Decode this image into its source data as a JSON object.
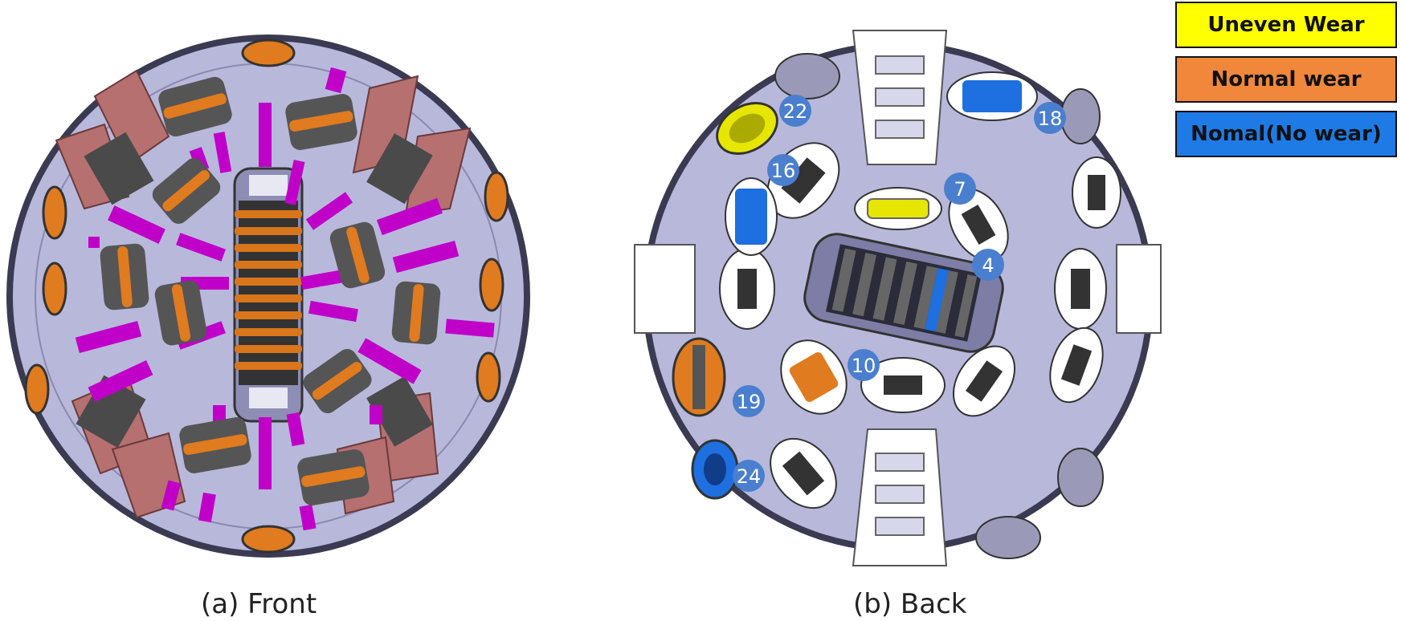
{
  "captions": {
    "front": "(a) Front",
    "back": "(b) Back"
  },
  "legend": [
    {
      "label": "Uneven Wear",
      "color": "#ffff00"
    },
    {
      "label": "Normal wear",
      "color": "#f0873a"
    },
    {
      "label": "Nomal(No wear)",
      "color": "#1e7be6"
    }
  ],
  "markers": [
    "22",
    "18",
    "16",
    "7",
    "4",
    "10",
    "19",
    "24"
  ],
  "colors": {
    "disk": "#b9b9dc",
    "disk_edge": "#3c3c5a",
    "cutter_normal": "#e07b1f",
    "cutter_uneven": "#e6e600",
    "cutter_nowear": "#1e6fe0",
    "slot": "#c000c8",
    "marker": "#4a7fcf",
    "bucket": "#b86c6c"
  },
  "icons": [
    "disc-cutter-icon",
    "bucket-scraper-icon",
    "marker-badge-icon"
  ]
}
